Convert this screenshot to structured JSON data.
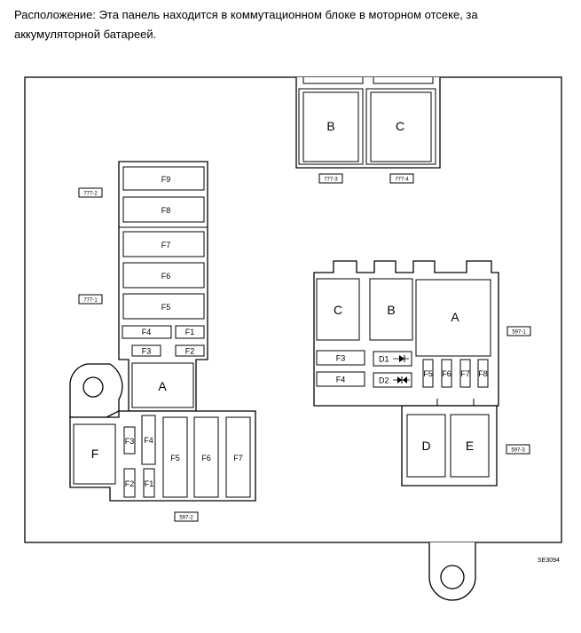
{
  "caption": {
    "line1": "Расположение: Эта панель находится в коммутационном блоке в моторном отсеке, за",
    "line2": "аккумуляторной батареей."
  },
  "connectors": {
    "c777_2": "777-2",
    "c777_1": "777-1",
    "c777_3": "777-3",
    "c777_4": "777-4",
    "c597_1": "597-1",
    "c597_2": "597-2",
    "c597_3": "597-3"
  },
  "left_block": {
    "f9": "F9",
    "f8": "F8",
    "f7": "F7",
    "f6": "F6",
    "f5": "F5",
    "f4": "F4",
    "f1": "F1",
    "f3": "F3",
    "f2": "F2",
    "relay_a": "A"
  },
  "bottom_block": {
    "f": "F",
    "f3": "F3",
    "f4": "F4",
    "f2": "F2",
    "f1": "F1",
    "f5": "F5",
    "f6": "F6",
    "f7": "F7"
  },
  "top_block": {
    "b": "B",
    "c": "C"
  },
  "right_block": {
    "c": "C",
    "b": "B",
    "a": "A",
    "f3": "F3",
    "f4": "F4",
    "d1": "D1",
    "d2": "D2",
    "f5": "F5",
    "f6": "F6",
    "f7": "F7",
    "f8": "F8",
    "d": "D",
    "e": "E"
  },
  "reference": "SE3094"
}
